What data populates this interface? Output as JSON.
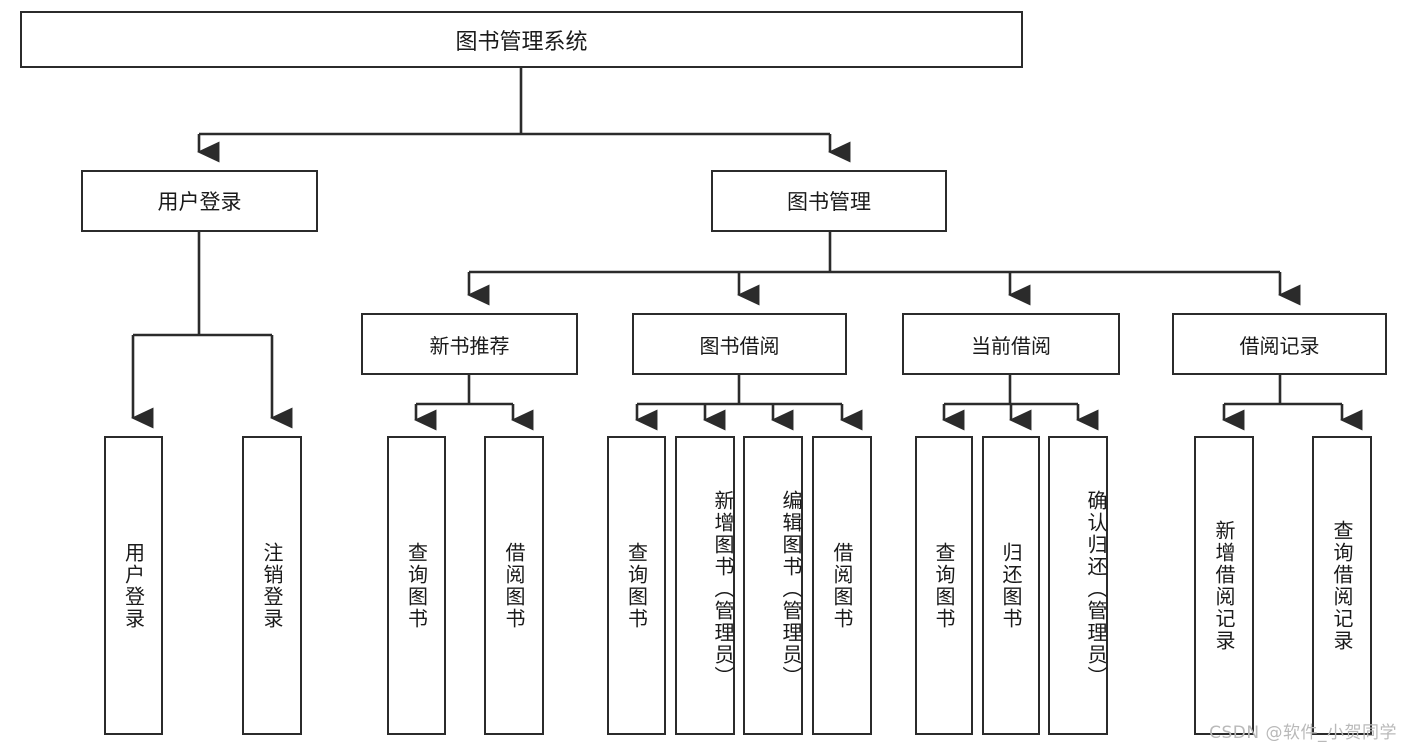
{
  "diagram": {
    "type": "tree",
    "title": "图书管理系统",
    "orientation": "top-down",
    "colors": {
      "box_border": "#2b2b2b",
      "box_fill": "#ffffff",
      "connector": "#2b2b2b",
      "text": "#1a1a1a",
      "watermark": "#b9b9b9",
      "background": "#ffffff"
    },
    "root": {
      "label": "图书管理系统"
    },
    "level2": [
      {
        "id": "user-login",
        "label": "用户登录"
      },
      {
        "id": "book-manage",
        "label": "图书管理"
      }
    ],
    "level3": [
      {
        "id": "new-book-rec",
        "label": "新书推荐"
      },
      {
        "id": "book-borrow",
        "label": "图书借阅"
      },
      {
        "id": "current-borrow",
        "label": "当前借阅"
      },
      {
        "id": "borrow-record",
        "label": "借阅记录"
      }
    ],
    "leaves": {
      "user_login": [
        {
          "id": "leaf-user-login",
          "label": "用户登录"
        },
        {
          "id": "leaf-logout-login",
          "label": "注销登录"
        }
      ],
      "new_book_rec": [
        {
          "id": "leaf-query-book-1",
          "label": "查询图书"
        },
        {
          "id": "leaf-borrow-book-1",
          "label": "借阅图书"
        }
      ],
      "book_borrow": [
        {
          "id": "leaf-query-book-2",
          "label": "查询图书"
        },
        {
          "id": "leaf-add-book",
          "label": "新增图书（管理员）"
        },
        {
          "id": "leaf-edit-book",
          "label": "编辑图书（管理员）"
        },
        {
          "id": "leaf-borrow-book-2",
          "label": "借阅图书"
        }
      ],
      "current_borrow": [
        {
          "id": "leaf-query-book-3",
          "label": "查询图书"
        },
        {
          "id": "leaf-return-book",
          "label": "归还图书"
        },
        {
          "id": "leaf-confirm-return",
          "label": "确认归还（管理员）"
        }
      ],
      "borrow_record": [
        {
          "id": "leaf-add-record",
          "label": "新增借阅记录"
        },
        {
          "id": "leaf-query-record",
          "label": "查询借阅记录"
        }
      ]
    }
  },
  "watermark": {
    "text": "CSDN @软件_小贺同学"
  }
}
